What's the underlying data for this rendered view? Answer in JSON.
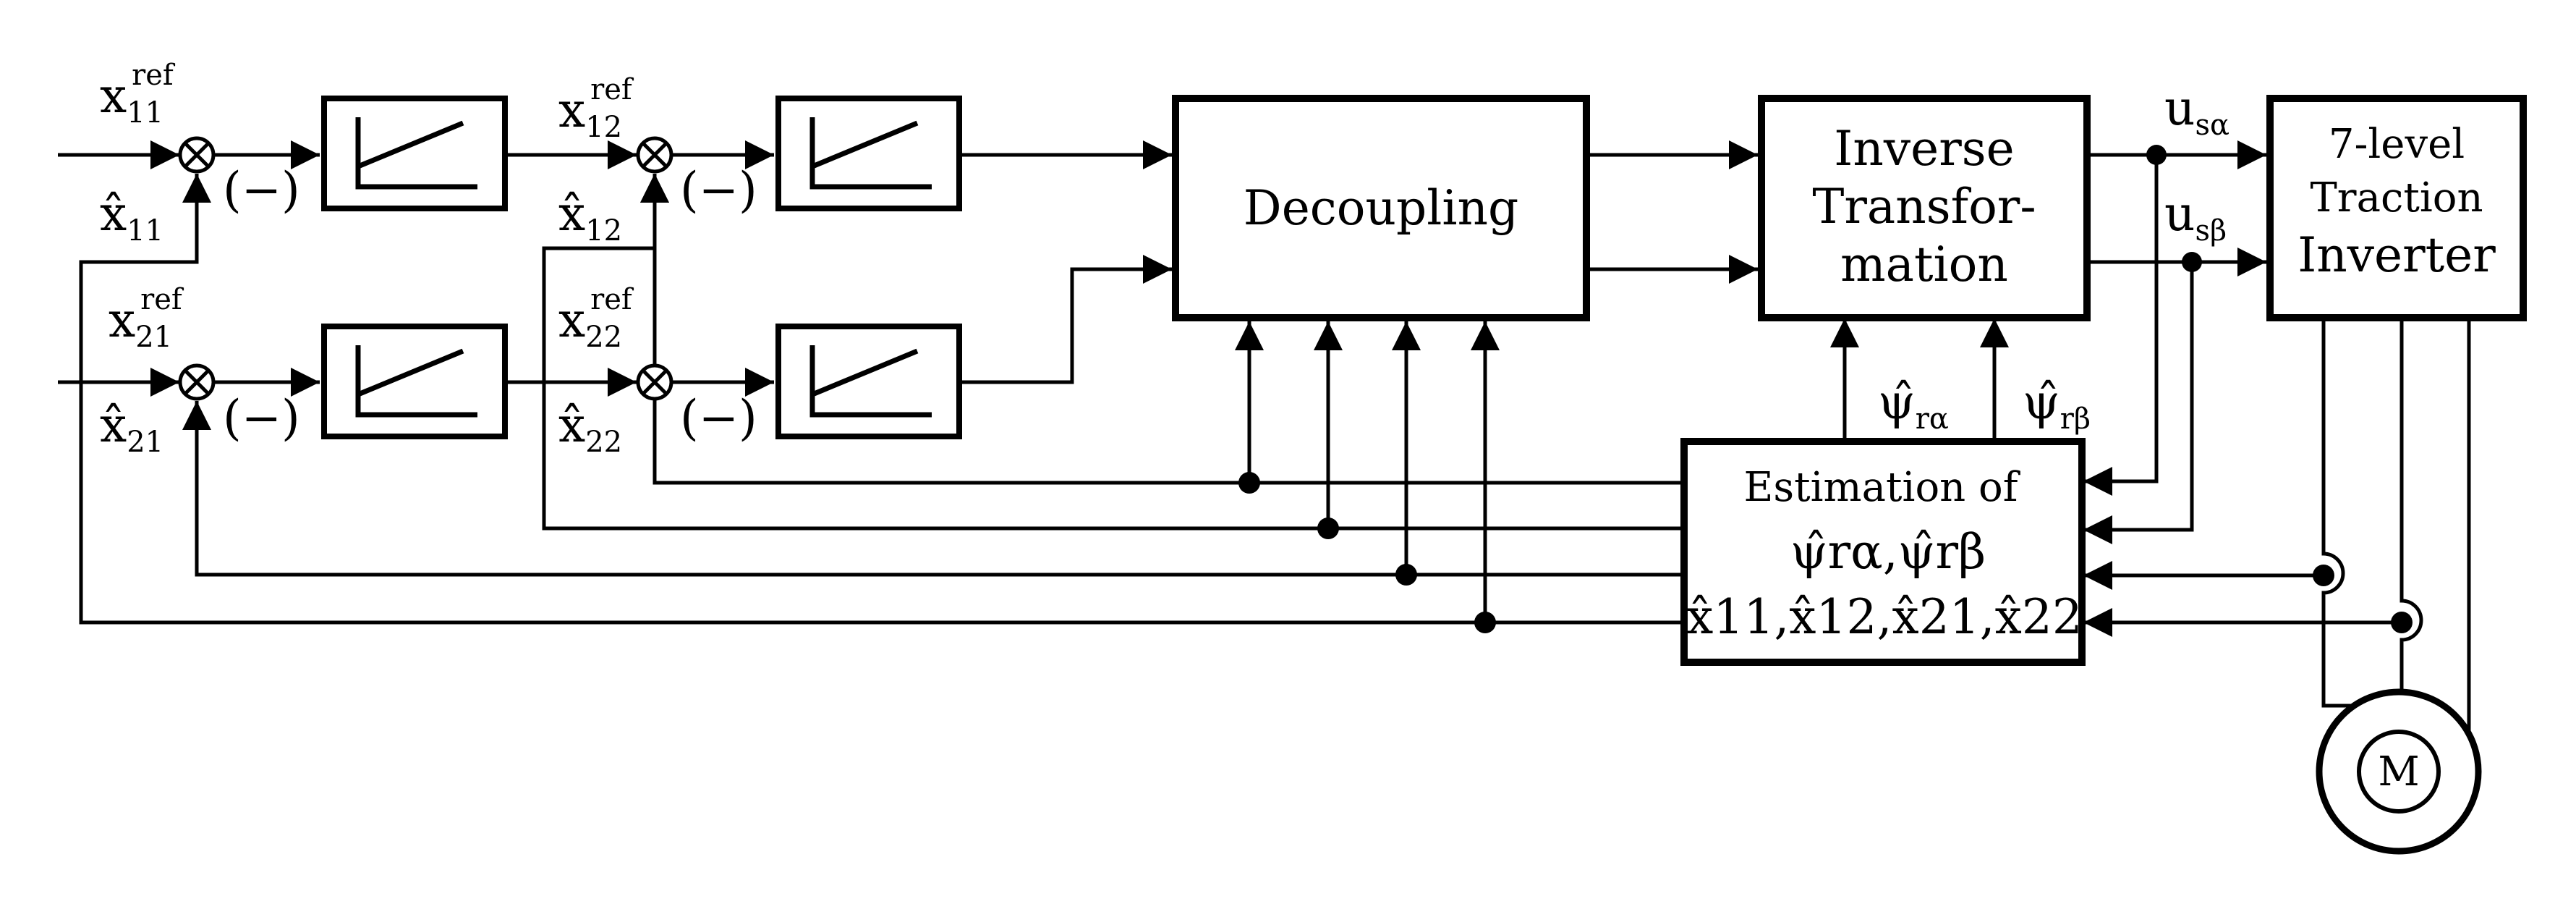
{
  "blocks": {
    "decoupling": "Decoupling",
    "inverse_transformation": [
      "Inverse",
      "Transfor-",
      "mation"
    ],
    "inverter": [
      "7-level",
      "Traction",
      "Inverter"
    ],
    "estimation": [
      "Estimation of",
      "ψ̂rα,ψ̂rβ",
      "x̂11,x̂12,x̂21,x̂22"
    ],
    "motor": "M"
  },
  "signals": {
    "x11_ref": "x11ref",
    "x12_ref": "x12ref",
    "x21_ref": "x21ref",
    "x22_ref": "x22ref",
    "x11_hat": "x̂11",
    "x12_hat": "x̂12",
    "x21_hat": "x̂21",
    "x22_hat": "x̂22",
    "psi_r_alpha": "ψ̂rα",
    "psi_r_beta": "ψ̂rβ",
    "u_s_alpha": "usα",
    "u_s_beta": "usβ",
    "minus_sign": "(−)"
  }
}
